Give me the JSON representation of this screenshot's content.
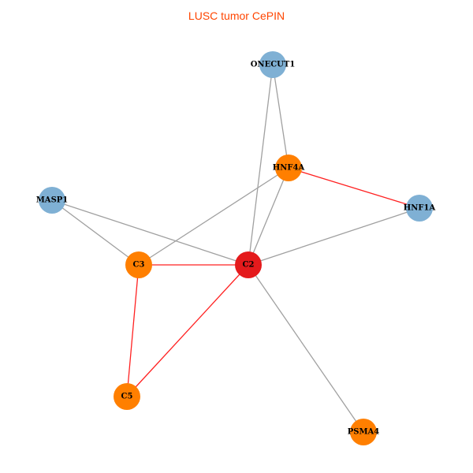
{
  "title": "LUSC tumor CePIN",
  "colors": {
    "title": "#ff4500",
    "orange": "#ff7f00",
    "red": "#e41a1c",
    "blue": "#7fb0d4",
    "edge_gray": "#a0a0a0",
    "edge_red": "#ff2020"
  },
  "nodes": [
    {
      "id": "ONECUT1",
      "color": "blue"
    },
    {
      "id": "HNF4A",
      "color": "orange"
    },
    {
      "id": "MASP1",
      "color": "blue"
    },
    {
      "id": "HNF1A",
      "color": "blue"
    },
    {
      "id": "C3",
      "color": "orange"
    },
    {
      "id": "C2",
      "color": "red"
    },
    {
      "id": "C5",
      "color": "orange"
    },
    {
      "id": "PSMA4",
      "color": "orange"
    }
  ],
  "edges": [
    {
      "source": "ONECUT1",
      "target": "HNF4A",
      "color": "edge_gray"
    },
    {
      "source": "ONECUT1",
      "target": "C2",
      "color": "edge_gray"
    },
    {
      "source": "HNF4A",
      "target": "HNF1A",
      "color": "edge_red"
    },
    {
      "source": "HNF4A",
      "target": "C3",
      "color": "edge_gray"
    },
    {
      "source": "HNF4A",
      "target": "C2",
      "color": "edge_gray"
    },
    {
      "source": "MASP1",
      "target": "C3",
      "color": "edge_gray"
    },
    {
      "source": "MASP1",
      "target": "C2",
      "color": "edge_gray"
    },
    {
      "source": "HNF1A",
      "target": "C2",
      "color": "edge_gray"
    },
    {
      "source": "C3",
      "target": "C2",
      "color": "edge_red"
    },
    {
      "source": "C3",
      "target": "C5",
      "color": "edge_red"
    },
    {
      "source": "C2",
      "target": "C5",
      "color": "edge_red"
    },
    {
      "source": "C2",
      "target": "PSMA4",
      "color": "edge_gray"
    }
  ]
}
